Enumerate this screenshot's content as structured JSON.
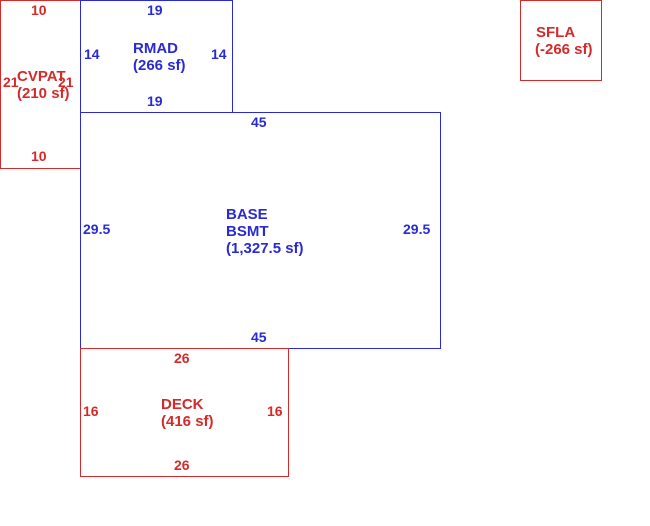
{
  "areas": {
    "cvpat": {
      "name": "CVPAT",
      "area": "(210 sf)",
      "top": "10",
      "bottom": "10",
      "left": "21",
      "right": "21"
    },
    "rmad": {
      "name": "RMAD",
      "area": "(266 sf)",
      "top": "19",
      "bottom": "19",
      "left": "14",
      "right": "14"
    },
    "sfla": {
      "name": "SFLA",
      "area": "(-266 sf)"
    },
    "base": {
      "name_line1": "BASE",
      "name_line2": "BSMT",
      "area": "(1,327.5 sf)",
      "top": "45",
      "bottom": "45",
      "left": "29.5",
      "right": "29.5"
    },
    "deck": {
      "name": "DECK",
      "area": "(416 sf)",
      "top": "26",
      "bottom": "26",
      "left": "16",
      "right": "16"
    }
  },
  "colors": {
    "red": "#d42a2a",
    "blue": "#2a2ad4"
  }
}
